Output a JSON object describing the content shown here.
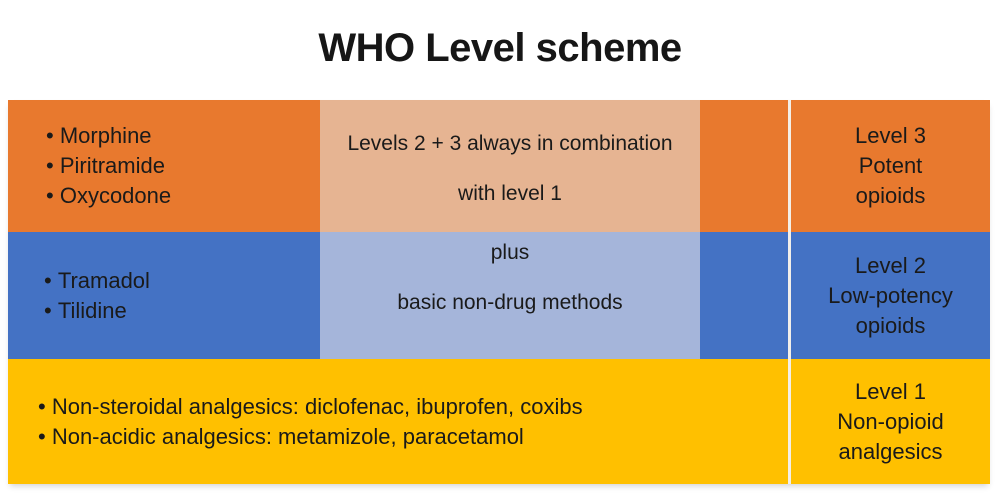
{
  "title": "WHO Level scheme",
  "colors": {
    "orange": "#E8792E",
    "orange_light": "#E6B492",
    "blue": "#4472C4",
    "blue_light": "#A5B5DA",
    "yellow": "#FFC000",
    "text": "#1A1A1A",
    "divider_line": "#F3EFE9"
  },
  "rows": [
    {
      "name": "level-3",
      "drugs": [
        "Morphine",
        "Piritramide",
        "Oxycodone"
      ],
      "center_lines": [
        "Levels 2 + 3 always in combination",
        "with level 1"
      ],
      "label_lines": [
        "Level 3",
        "Potent",
        "opioids"
      ]
    },
    {
      "name": "level-2",
      "drugs": [
        "Tramadol",
        "Tilidine"
      ],
      "center_lines": [
        "plus",
        "basic non-drug methods"
      ],
      "label_lines": [
        "Level 2",
        "Low-potency",
        "opioids"
      ]
    },
    {
      "name": "level-1",
      "drugs": [
        "Non-steroidal analgesics:  diclofenac, ibuprofen, coxibs",
        "Non-acidic analgesics: metamizole, paracetamol"
      ],
      "label_lines": [
        "Level 1",
        "Non-opioid",
        "analgesics"
      ]
    }
  ]
}
